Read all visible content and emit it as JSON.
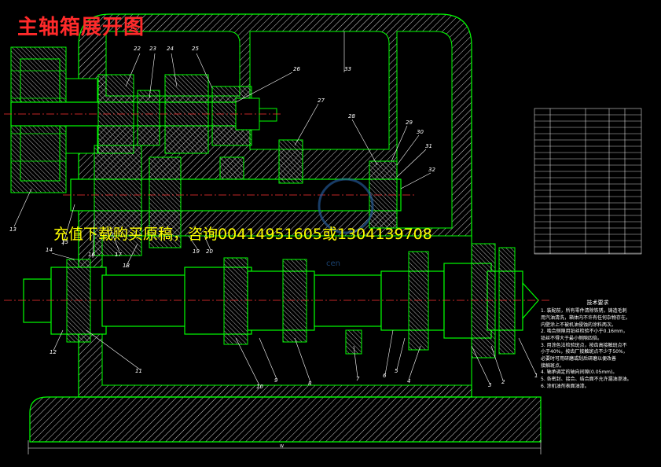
{
  "title": "主轴箱展开图",
  "promo_text": "充值下载购买原稿，咨询00414951605或1304139708",
  "watermark_text": "cen",
  "overall_dim": "W",
  "tech_requirements": {
    "heading": "技术要求",
    "items": [
      "1. 装配前，所有零件清除铁锈，铸造毛刺",
      "用汽油清洗，箱体内不许有任何杂物存在。",
      "内壁涂上不被机油侵蚀的涂料两次。",
      "2. 啮合侧隙用铅丝检验不小于0.16mm，",
      "铅丝不得大于最小侧隙四倍。",
      "3. 用涂色法检验斑点，按齿高接触斑点不",
      "小于40%，按齿厂接触斑点不少于50%，",
      "必要时可用研磨或刮后研磨以便改善",
      "接触斑点。",
      "4. 轴承调定的轴向间隙(0.05mm)。",
      "5. 各密封、接合、结合面不允许漏油渗油。",
      "6. 涂机油剂表面油漆。"
    ]
  },
  "part_labels": [
    {
      "n": "22"
    },
    {
      "n": "23"
    },
    {
      "n": "24"
    },
    {
      "n": "25"
    },
    {
      "n": "26"
    },
    {
      "n": "33"
    },
    {
      "n": "27"
    },
    {
      "n": "28"
    },
    {
      "n": "29"
    },
    {
      "n": "30"
    },
    {
      "n": "31"
    },
    {
      "n": "32"
    },
    {
      "n": "13"
    },
    {
      "n": "14"
    },
    {
      "n": "15"
    },
    {
      "n": "16"
    },
    {
      "n": "17"
    },
    {
      "n": "18"
    },
    {
      "n": "19"
    },
    {
      "n": "20"
    },
    {
      "n": "12"
    },
    {
      "n": "11"
    },
    {
      "n": "10"
    },
    {
      "n": "9"
    },
    {
      "n": "8"
    },
    {
      "n": "7"
    },
    {
      "n": "6"
    },
    {
      "n": "5"
    },
    {
      "n": "4"
    },
    {
      "n": "3"
    },
    {
      "n": "2"
    },
    {
      "n": "1"
    }
  ],
  "colors": {
    "outline": "#00ff00",
    "hatch": "#ffffff",
    "centerline": "#ff3333",
    "title": "#ff2a2a",
    "promo": "#ffff00",
    "leader": "#ffffff"
  }
}
